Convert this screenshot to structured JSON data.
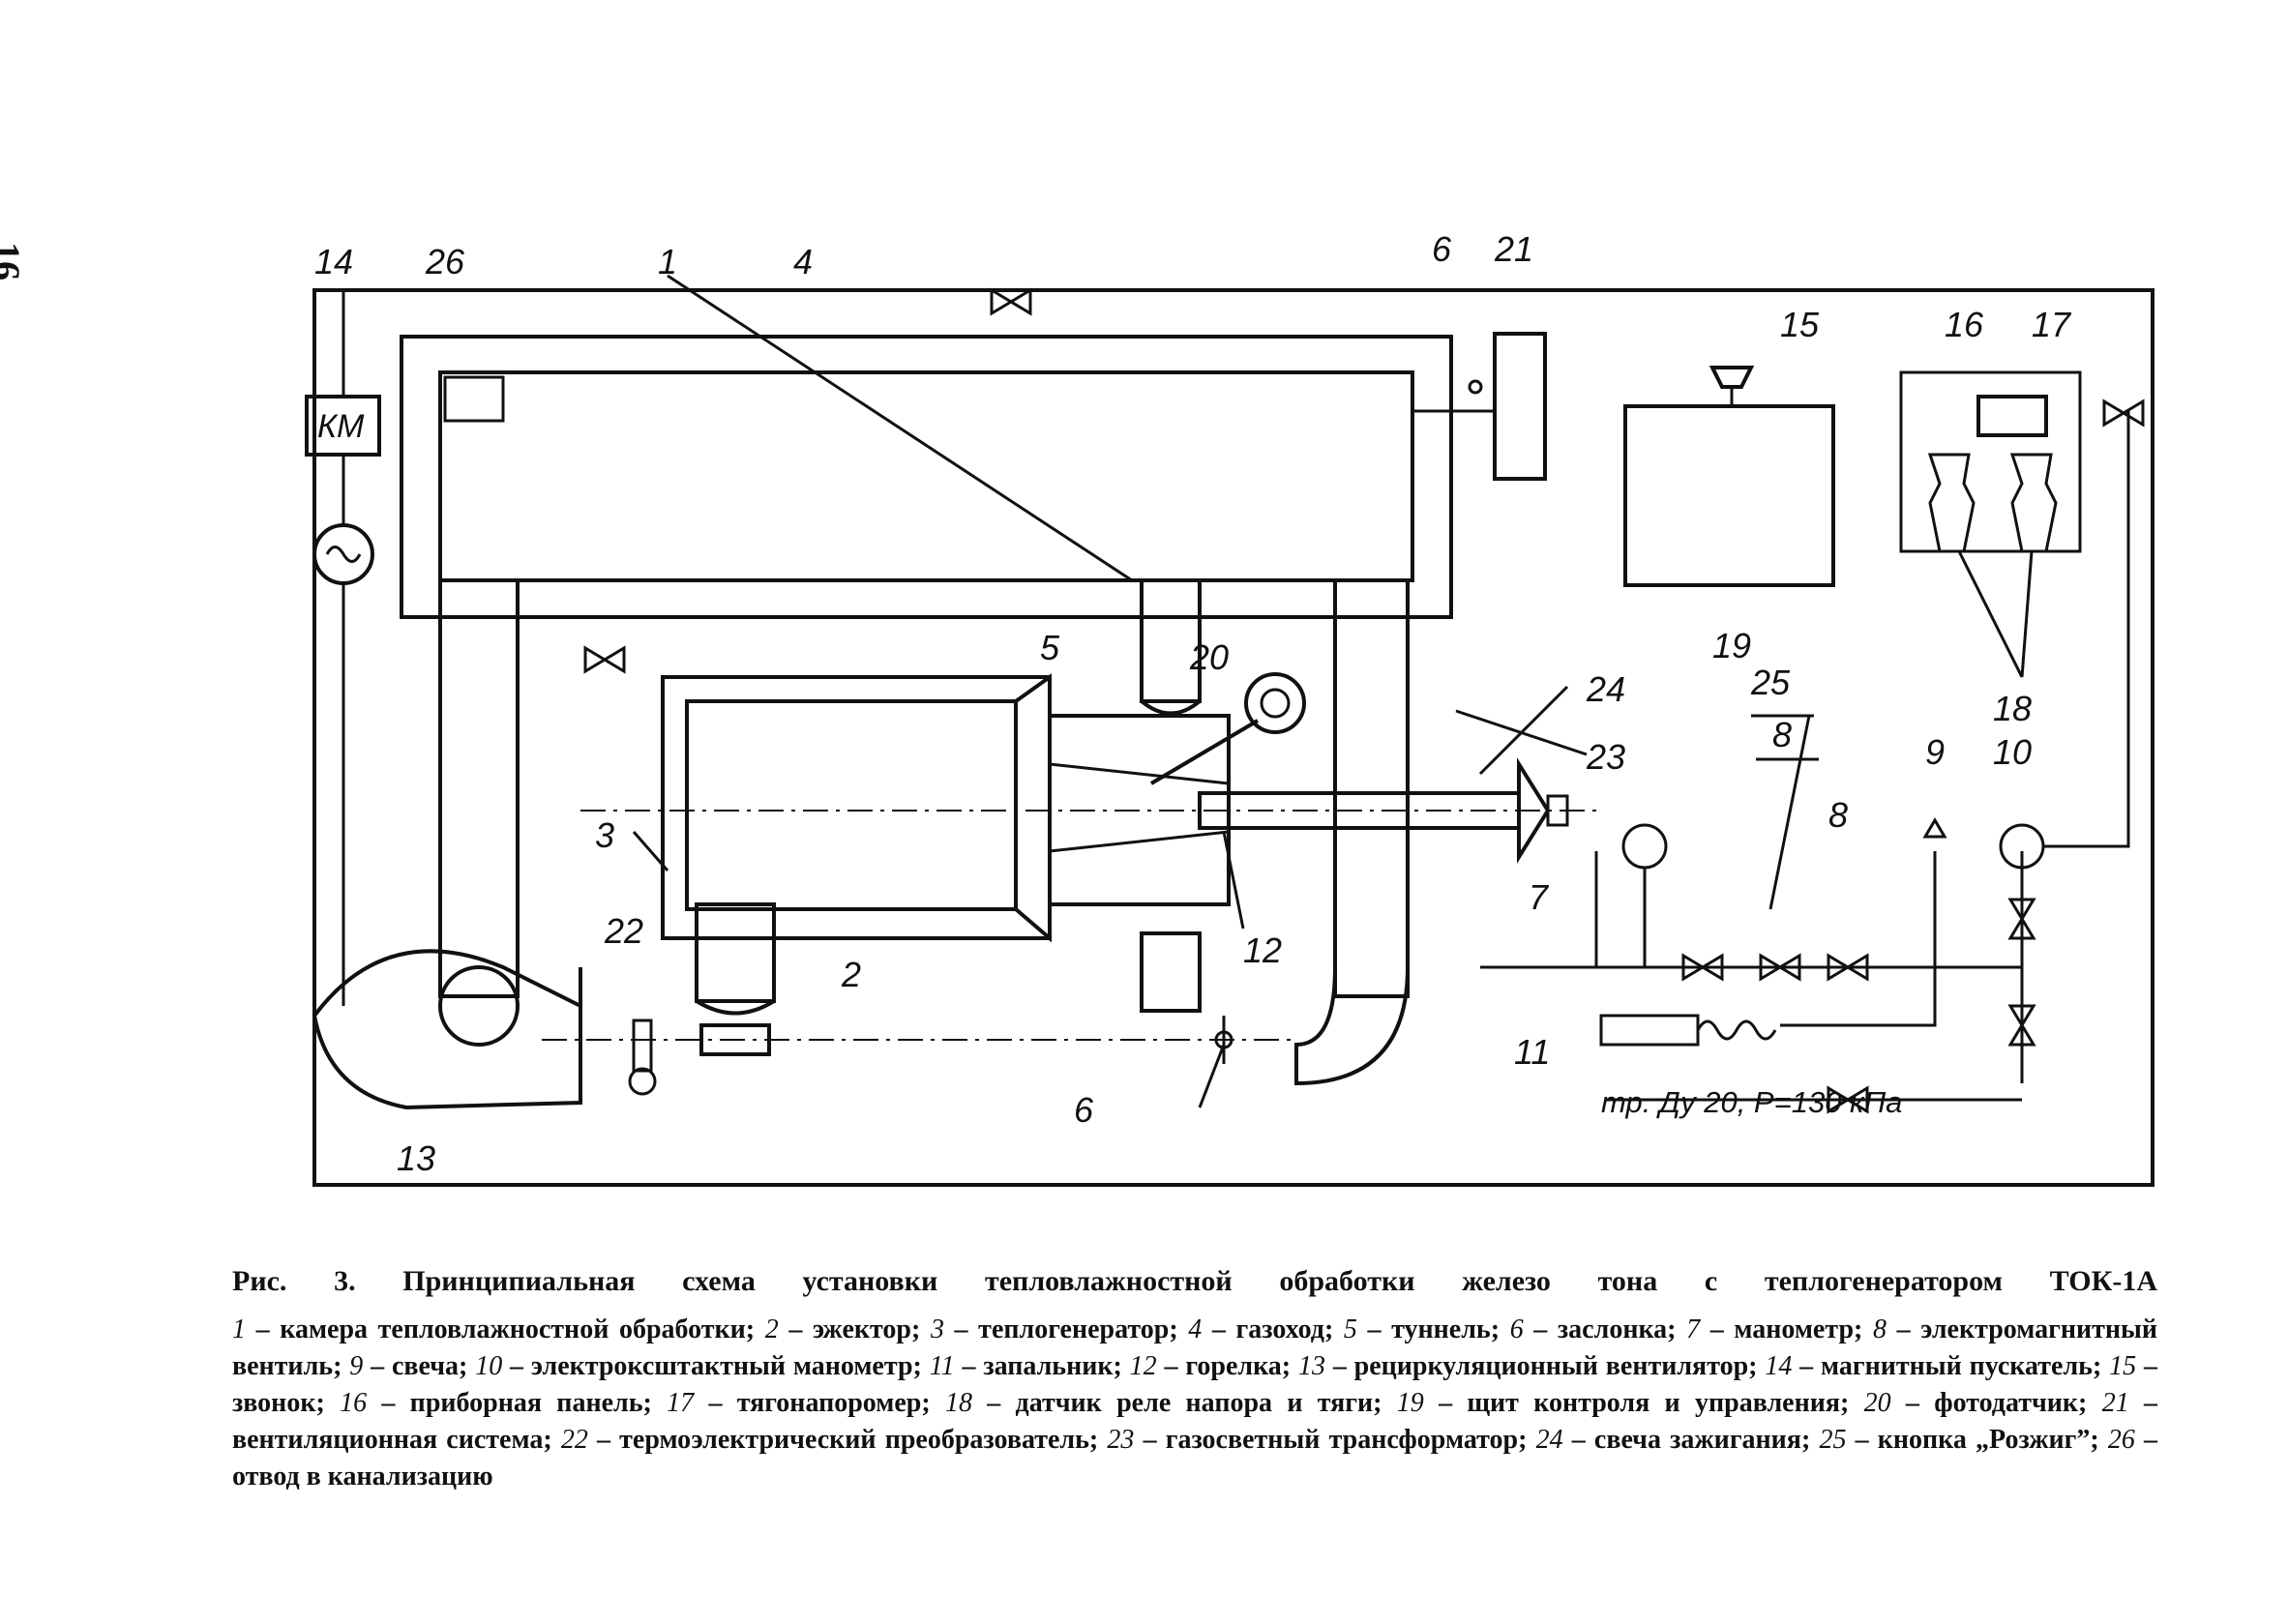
{
  "page_number": "16",
  "diagram": {
    "callouts": [
      "14",
      "26",
      "1",
      "4",
      "6",
      "21",
      "15",
      "16",
      "17",
      "20",
      "5",
      "24",
      "23",
      "25",
      "8",
      "9",
      "10",
      "18",
      "19",
      "3",
      "12",
      "7",
      "22",
      "2",
      "11",
      "6",
      "13",
      "8"
    ],
    "box_labels": {
      "km": "КМ"
    },
    "pipe_note": "тр. Ду 20,  Р=130 кПа"
  },
  "caption": {
    "title": "Рис. 3. Принципиальная схема установки тепловлажностной обработки железо тона с теплогенератором ТОК-1А",
    "legend": [
      {
        "n": "1",
        "t": "камера тепловлажностной обработки"
      },
      {
        "n": "2",
        "t": "эжектор"
      },
      {
        "n": "3",
        "t": "теплогенератор"
      },
      {
        "n": "4",
        "t": "газоход"
      },
      {
        "n": "5",
        "t": "туннель"
      },
      {
        "n": "6",
        "t": "заслонка"
      },
      {
        "n": "7",
        "t": "манометр"
      },
      {
        "n": "8",
        "t": "электромагнитный вентиль"
      },
      {
        "n": "9",
        "t": "свеча"
      },
      {
        "n": "10",
        "t": "электроксштактный манометр"
      },
      {
        "n": "11",
        "t": "запальник"
      },
      {
        "n": "12",
        "t": "горелка"
      },
      {
        "n": "13",
        "t": "рециркуляционный вентилятор"
      },
      {
        "n": "14",
        "t": "магнитный пускатель"
      },
      {
        "n": "15",
        "t": "звонок"
      },
      {
        "n": "16",
        "t": "приборная панель"
      },
      {
        "n": "17",
        "t": "тягонапоромер"
      },
      {
        "n": "18",
        "t": "датчик реле напора и тяги"
      },
      {
        "n": "19",
        "t": "щит контроля и управления"
      },
      {
        "n": "20",
        "t": "фотодатчик"
      },
      {
        "n": "21",
        "t": "вентиляционная система"
      },
      {
        "n": "22",
        "t": "термоэлектрический преобразователь"
      },
      {
        "n": "23",
        "t": "газосветный трансформатор"
      },
      {
        "n": "24",
        "t": "свеча зажигания"
      },
      {
        "n": "25",
        "t": "кнопка „Розжиг”"
      },
      {
        "n": "26",
        "t": "отвод в канализацию"
      }
    ]
  }
}
